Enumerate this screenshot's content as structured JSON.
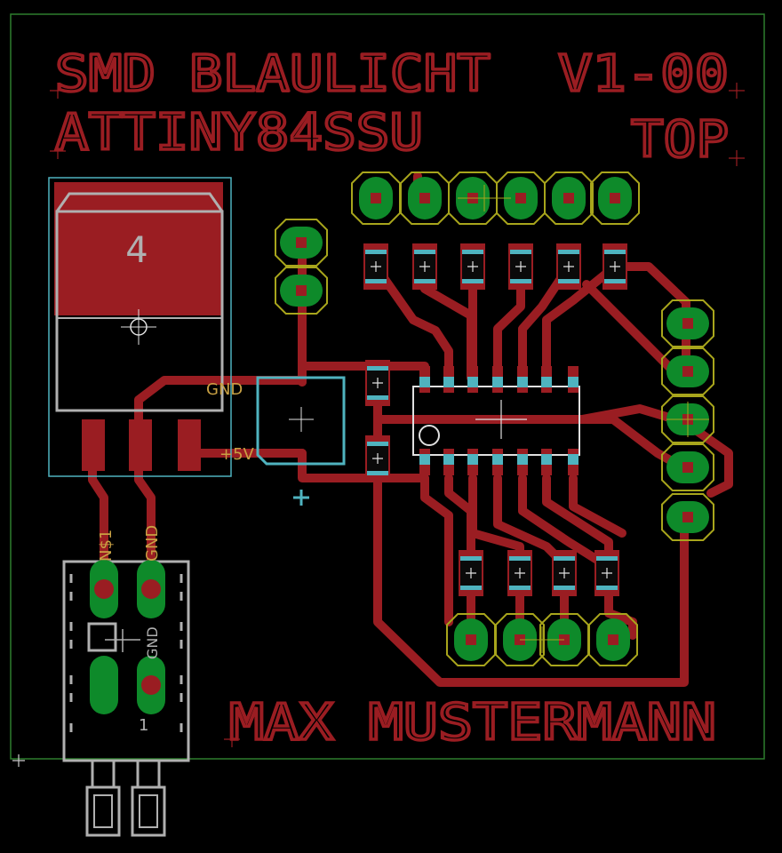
{
  "colors": {
    "background": "#000000",
    "copper": "#9a1d22",
    "pad": "#0e8a2a",
    "pad_outline": "#a8a51c",
    "silk_gray": "#b0b0b0",
    "keepout_cyan": "#4fb3bf",
    "label_orange": "#c8a043",
    "outline_green": "#2d7d2d"
  },
  "texts": {
    "title_line1": "SMD BLAULICHT",
    "version": "V1-00",
    "title_line2": "ATTINY84SSU",
    "side": "TOP",
    "author": "MAX MUSTERMANN",
    "regulator_tab": "4",
    "label_gnd_top": "GND",
    "label_5v": "+5V",
    "label_ns1": "N$1",
    "label_gnd_conn": "GND",
    "label_gnd_mid": "GND",
    "label_pin1": "1"
  }
}
